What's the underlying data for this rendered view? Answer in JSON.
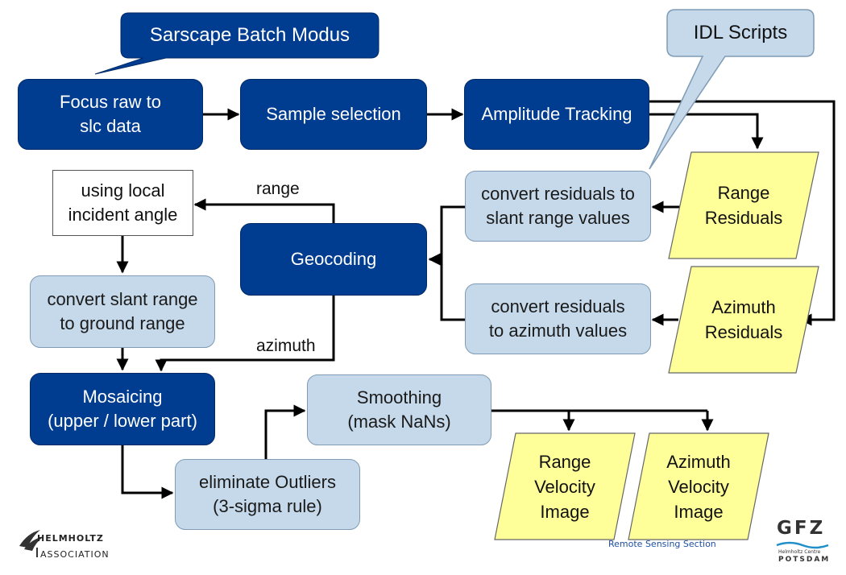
{
  "callouts": {
    "sarscape": "Sarscape Batch Modus",
    "idl": "IDL Scripts"
  },
  "nodes": {
    "focus_raw": "Focus raw to\nslc data",
    "sample_selection": "Sample selection",
    "amplitude_tracking": "Amplitude Tracking",
    "local_incident_angle": "using local\nincident angle",
    "convert_slant_range": "convert residuals to\nslant range values",
    "range_residuals": "Range\nResiduals",
    "geocoding": "Geocoding",
    "convert_slant_ground": "convert slant range\nto ground range",
    "convert_azimuth": "convert residuals\nto azimuth values",
    "azimuth_residuals": "Azimuth\nResiduals",
    "mosaicing": "Mosaicing\n(upper / lower part)",
    "smoothing": "Smoothing\n(mask NaNs)",
    "eliminate_outliers": "eliminate Outliers\n(3-sigma rule)",
    "range_velocity": "Range\nVelocity\nImage",
    "azimuth_velocity": "Azimuth\nVelocity\nImage"
  },
  "edge_labels": {
    "range": "range",
    "azimuth": "azimuth"
  },
  "footer": {
    "helmholtz_line1": "HELMHOLTZ",
    "helmholtz_line2": "ASSOCIATION",
    "section": "Remote Sensing Section",
    "gfz": "GFZ",
    "gfz_sub1": "Helmholtz Centre",
    "gfz_sub2": "POTSDAM"
  },
  "colors": {
    "dark_box": "#003c8f",
    "light_box": "#c5d9ea",
    "data_parallelogram": "#ffff99",
    "idl_callout": "#c5d9ea",
    "connector": "#000000"
  }
}
